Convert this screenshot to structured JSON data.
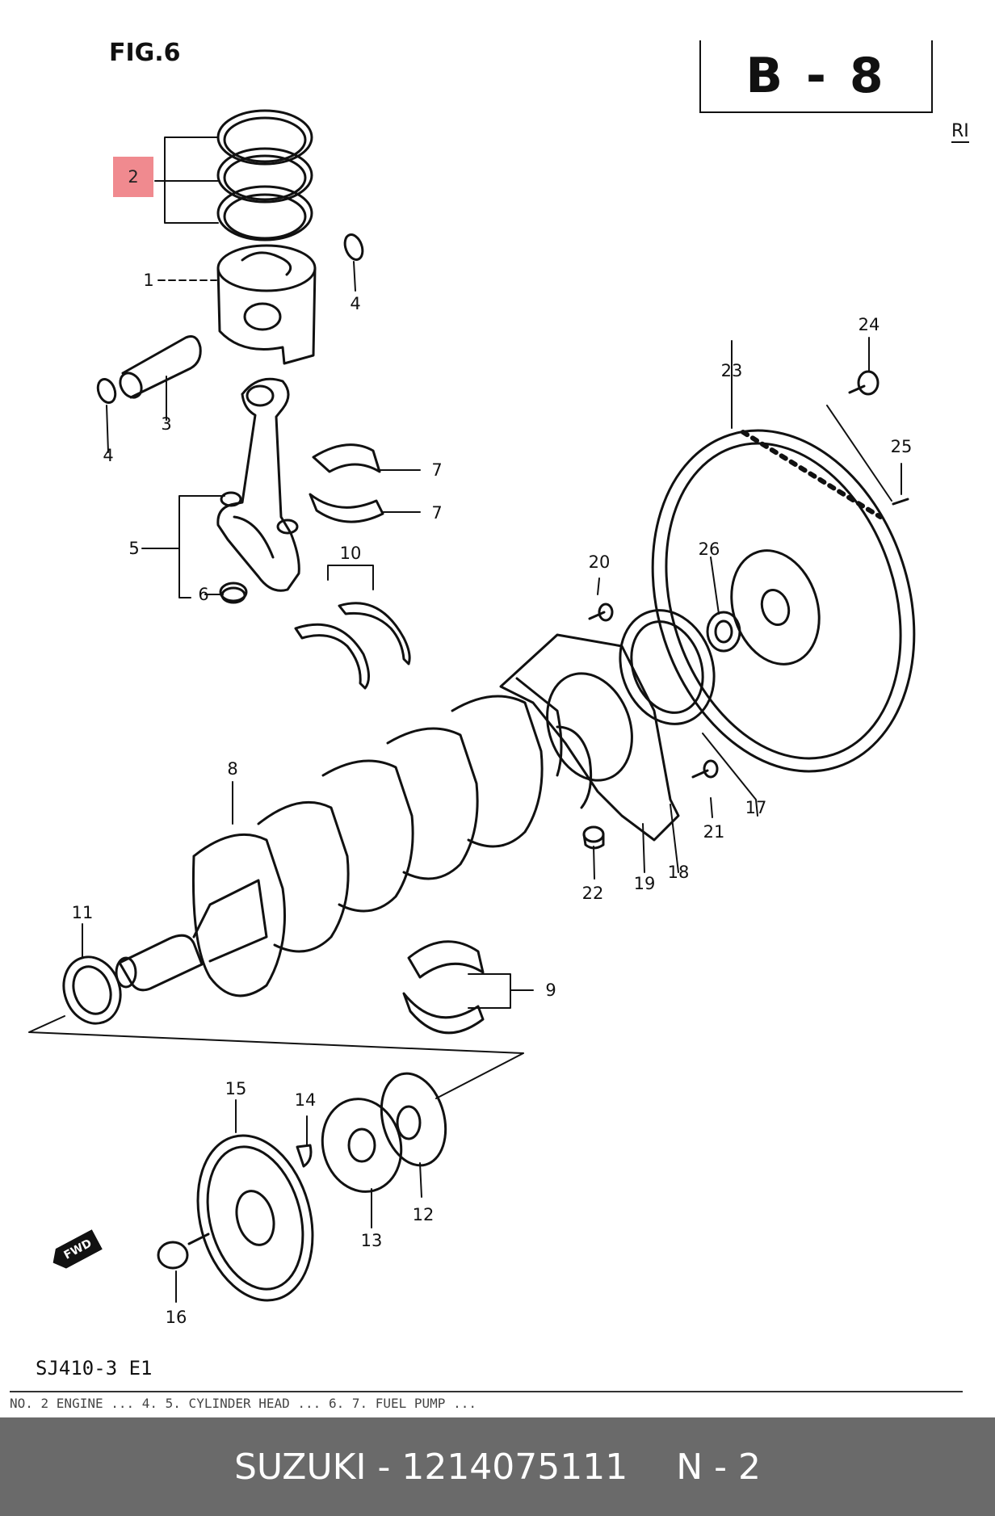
{
  "figure": {
    "label": "FIG.6",
    "page_code": "B - 8",
    "edge_text": "RI",
    "model_code": "SJ410-3 E1",
    "footer_fragment": "NO. 2 ENGINE ... 4. 5. CYLINDER HEAD ... 6. 7. FUEL PUMP ...",
    "fwd_label": "FWD"
  },
  "callouts": {
    "c1": "1",
    "c2": "2",
    "c3": "3",
    "c4a": "4",
    "c4b": "4",
    "c5": "5",
    "c6": "6",
    "c7a": "7",
    "c7b": "7",
    "c8": "8",
    "c9": "9",
    "c10": "10",
    "c11": "11",
    "c12": "12",
    "c13": "13",
    "c14": "14",
    "c15": "15",
    "c16": "16",
    "c17": "17",
    "c18": "18",
    "c19": "19",
    "c20": "20",
    "c21": "21",
    "c22": "22",
    "c23": "23",
    "c24": "24",
    "c25": "25",
    "c26": "26"
  },
  "highlight": {
    "callout": "2",
    "color": "#f08a8f"
  },
  "bottom_bar": {
    "brand": "SUZUKI",
    "part_number": "1214075111",
    "ref": "N - 2",
    "text_left": "SUZUKI - 1214075111",
    "text_right": "N - 2",
    "background": "#6a6a6a"
  }
}
